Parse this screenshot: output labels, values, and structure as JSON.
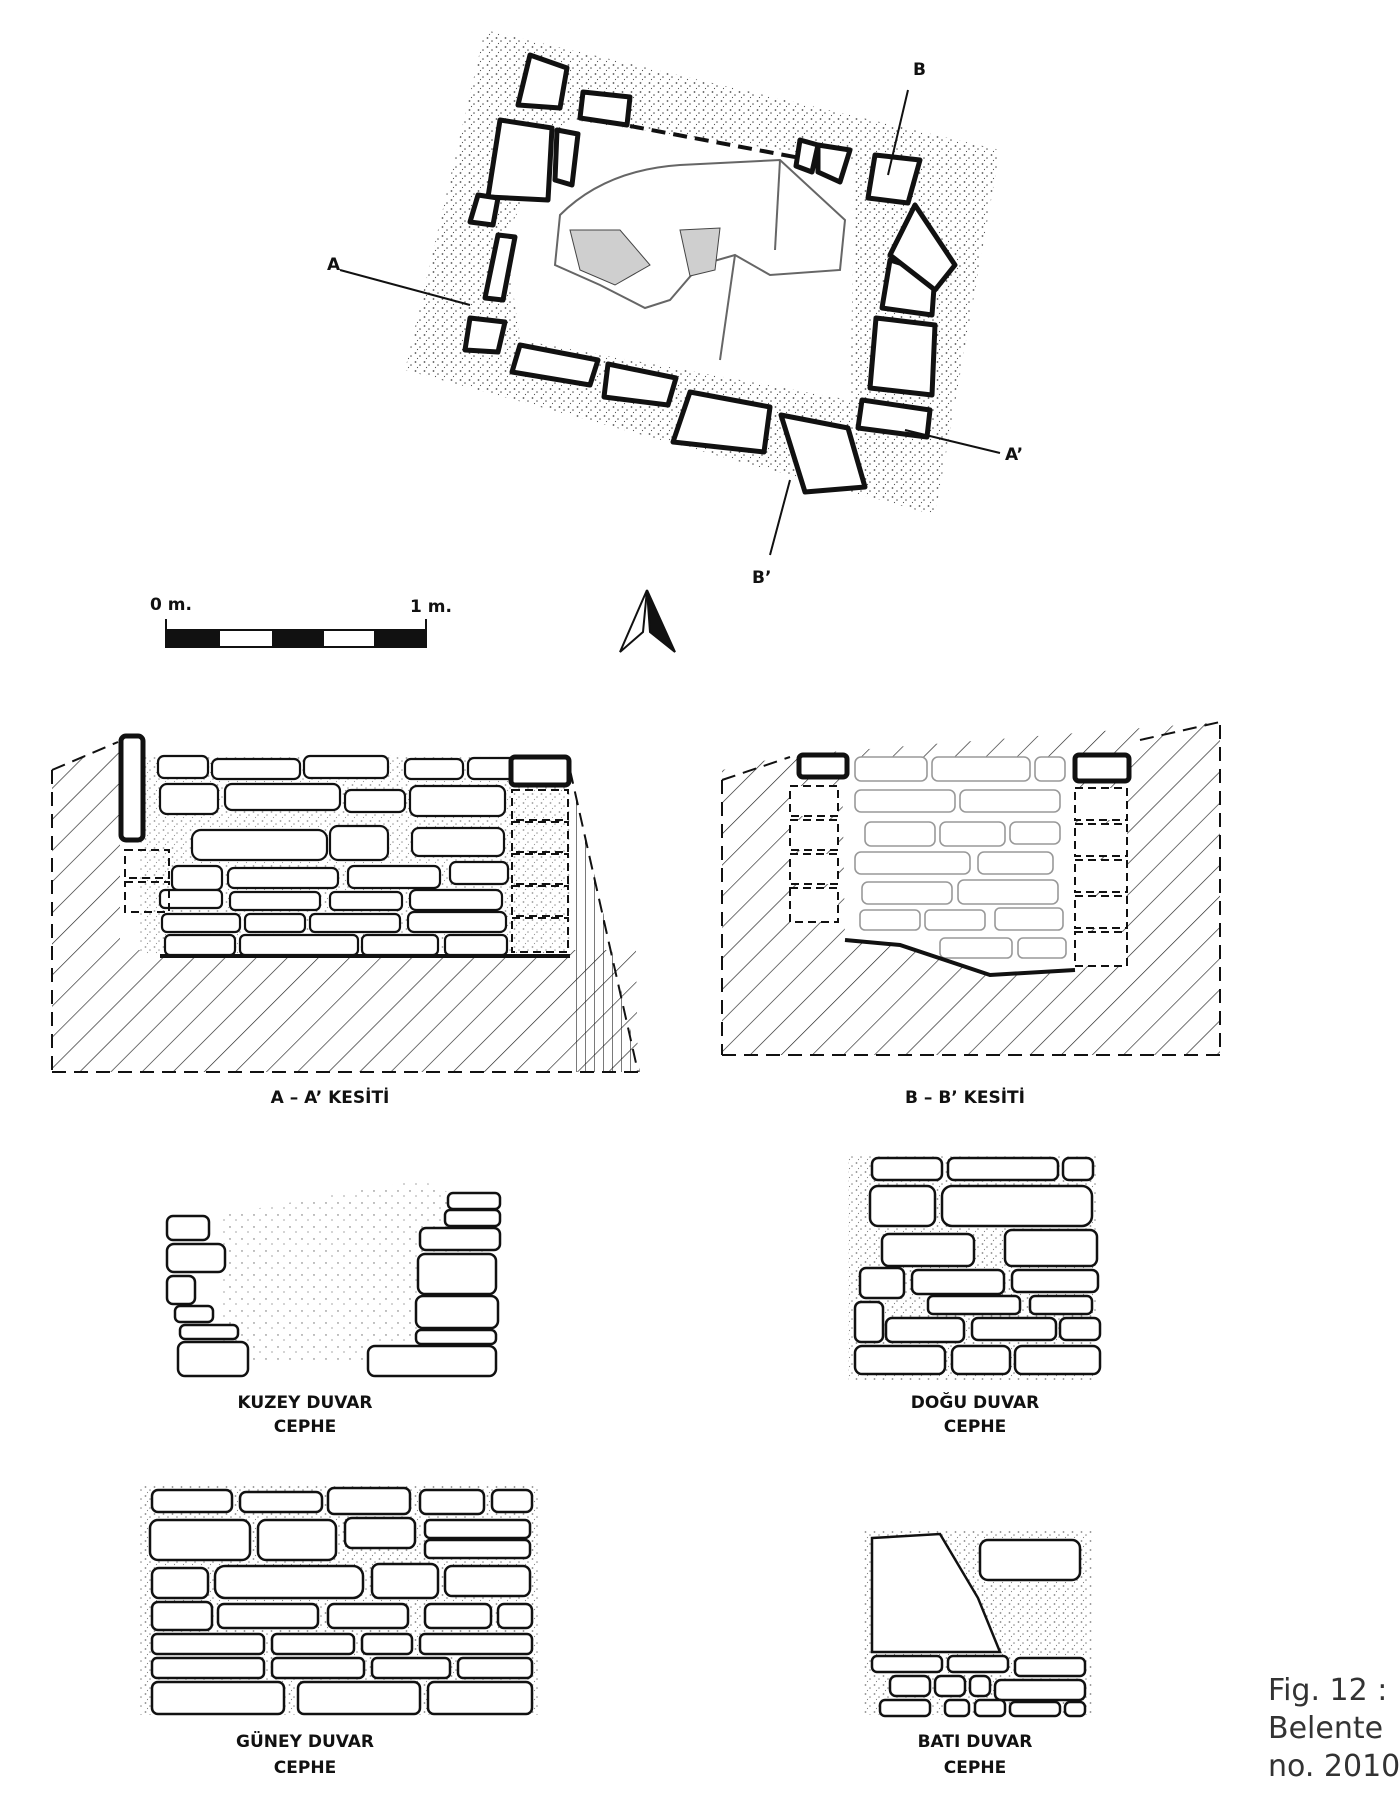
{
  "plan": {
    "section_marks": {
      "a": "A",
      "a_prime": "A’",
      "b": "B",
      "b_prime": "B’"
    },
    "scale": {
      "start": "0 m.",
      "end": "1 m."
    },
    "north_arrow_icon": "north-arrow-icon"
  },
  "sections": {
    "aa": {
      "title": "A – A’  KESİTİ"
    },
    "bb": {
      "title": "B – B’  KESİTİ"
    }
  },
  "walls": {
    "kuzey": {
      "line1": "KUZEY DUVAR",
      "line2": "CEPHE"
    },
    "dogu": {
      "line1": "DOĞU DUVAR",
      "line2": "CEPHE"
    },
    "guney": {
      "line1": "GÜNEY DUVAR",
      "line2": "CEPHE"
    },
    "bati": {
      "line1": "BATI DUVAR",
      "line2": "CEPHE"
    }
  },
  "caption": {
    "line1": "Fig. 12 :",
    "line2": "Belente",
    "line3": "no. 2010"
  },
  "colors": {
    "ink": "#111111",
    "caption": "#333333",
    "stipple": "#444444"
  }
}
